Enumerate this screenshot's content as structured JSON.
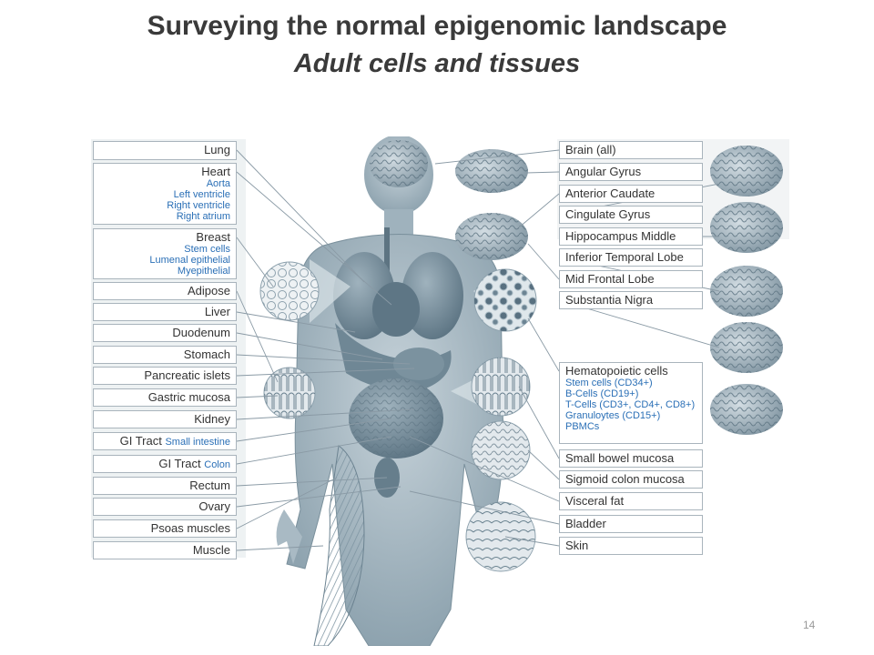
{
  "title": "Surveying the normal epigenomic landscape",
  "subtitle": "Adult cells and tissues",
  "page_number": "14",
  "left_labels": [
    {
      "label": "Lung",
      "subs": []
    },
    {
      "label": "Heart",
      "subs": [
        "Aorta",
        "Left ventricle",
        "Right ventricle",
        "Right atrium"
      ]
    },
    {
      "label": "Breast",
      "subs": [
        "Stem cells",
        "Lumenal epithelial",
        "Myepithelial"
      ]
    },
    {
      "label": "Adipose",
      "subs": []
    },
    {
      "label": "Liver",
      "subs": []
    },
    {
      "label": "Duodenum",
      "subs": []
    },
    {
      "label": "Stomach",
      "subs": []
    },
    {
      "label": "Pancreatic islets",
      "subs": []
    },
    {
      "label": "Gastric mucosa",
      "subs": []
    },
    {
      "label": "Kidney",
      "subs": []
    },
    {
      "label": "GI Tract",
      "inline_sub": "Small intestine",
      "subs": []
    },
    {
      "label": "GI Tract",
      "inline_sub": "Colon",
      "subs": []
    },
    {
      "label": "Rectum",
      "subs": []
    },
    {
      "label": "Ovary",
      "subs": []
    },
    {
      "label": "Psoas muscles",
      "subs": []
    },
    {
      "label": "Muscle",
      "subs": []
    }
  ],
  "right_labels": [
    {
      "label": "Brain (all)",
      "subs": []
    },
    {
      "label": "Angular Gyrus",
      "subs": []
    },
    {
      "label": "Anterior Caudate",
      "subs": []
    },
    {
      "label": "Cingulate Gyrus",
      "subs": []
    },
    {
      "label": "Hippocampus Middle",
      "subs": []
    },
    {
      "label": "Inferior Temporal Lobe",
      "subs": []
    },
    {
      "label": "Mid Frontal Lobe",
      "subs": []
    },
    {
      "label": "Substantia Nigra",
      "subs": []
    },
    {
      "label": "Hematopoietic cells",
      "subs": [
        "Stem cells (CD34+)",
        "B-Cells (CD19+)",
        "T-Cells (CD3+, CD4+, CD8+)",
        "Granuloytes (CD15+)",
        "PBMCs"
      ]
    },
    {
      "label": "Small bowel mucosa",
      "subs": []
    },
    {
      "label": "Sigmoid colon mucosa",
      "subs": []
    },
    {
      "label": "Visceral fat",
      "subs": []
    },
    {
      "label": "Bladder",
      "subs": []
    },
    {
      "label": "Skin",
      "subs": []
    }
  ],
  "colors": {
    "body": "#8fa4b0",
    "organ": "#6f8795",
    "line": "#8a9aa5",
    "box_border": "#a9b4bc",
    "sub_text": "#2a6fb6"
  }
}
